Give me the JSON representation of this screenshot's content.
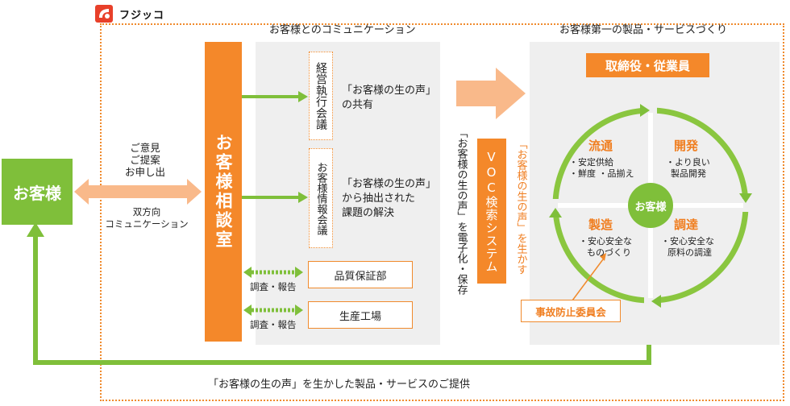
{
  "logo": {
    "text": "フジッコ"
  },
  "headings": {
    "communication": "お客様とのコミュニケーション",
    "products": "お客様第一の製品・サービスづくり"
  },
  "customer": {
    "label": "お客様"
  },
  "opinions": {
    "lines": [
      "ご意見",
      "ご提案",
      "お申し出"
    ]
  },
  "bidirectional": {
    "line1": "双方向",
    "line2": "コミュニケーション"
  },
  "consultation_room": "お客様相談室",
  "meetings": [
    {
      "name": "経営執行会議",
      "desc1": "「お客様の生の声」",
      "desc2": "の共有",
      "desc3": ""
    },
    {
      "name": "お客様情報会議",
      "desc1": "「お客様の生の声」",
      "desc2": "から抽出された",
      "desc3": "課題の解決"
    }
  ],
  "departments": [
    {
      "name": "品質保証部",
      "link": "調査・報告"
    },
    {
      "name": "生産工場",
      "link": "調査・報告"
    }
  ],
  "digitize_label": "「お客様の生の声」を電子化・保存",
  "voc_system": "VOC検索システム",
  "utilize_label": "「お客様の生の声」を生かす",
  "staff": "取締役・従業員",
  "cycle": {
    "hub": "お客様",
    "quadrants": [
      {
        "title": "流通",
        "items": [
          "・安定供給",
          "・鮮度 ・品揃え"
        ]
      },
      {
        "title": "開発",
        "items": [
          "・より良い",
          "製品開発"
        ]
      },
      {
        "title": "製造",
        "items": [
          "・安心安全な",
          "ものづくり"
        ]
      },
      {
        "title": "調達",
        "items": [
          "・安心安全な",
          "原料の調達"
        ]
      }
    ]
  },
  "accident_committee": "事故防止委員会",
  "bottom_caption": "「お客様の生の声」を生かした製品・サービスのご提供",
  "colors": {
    "orange": "#f4882a",
    "green": "#7fbf3a",
    "panel": "#efefef",
    "dotted": "#f08a2c"
  }
}
